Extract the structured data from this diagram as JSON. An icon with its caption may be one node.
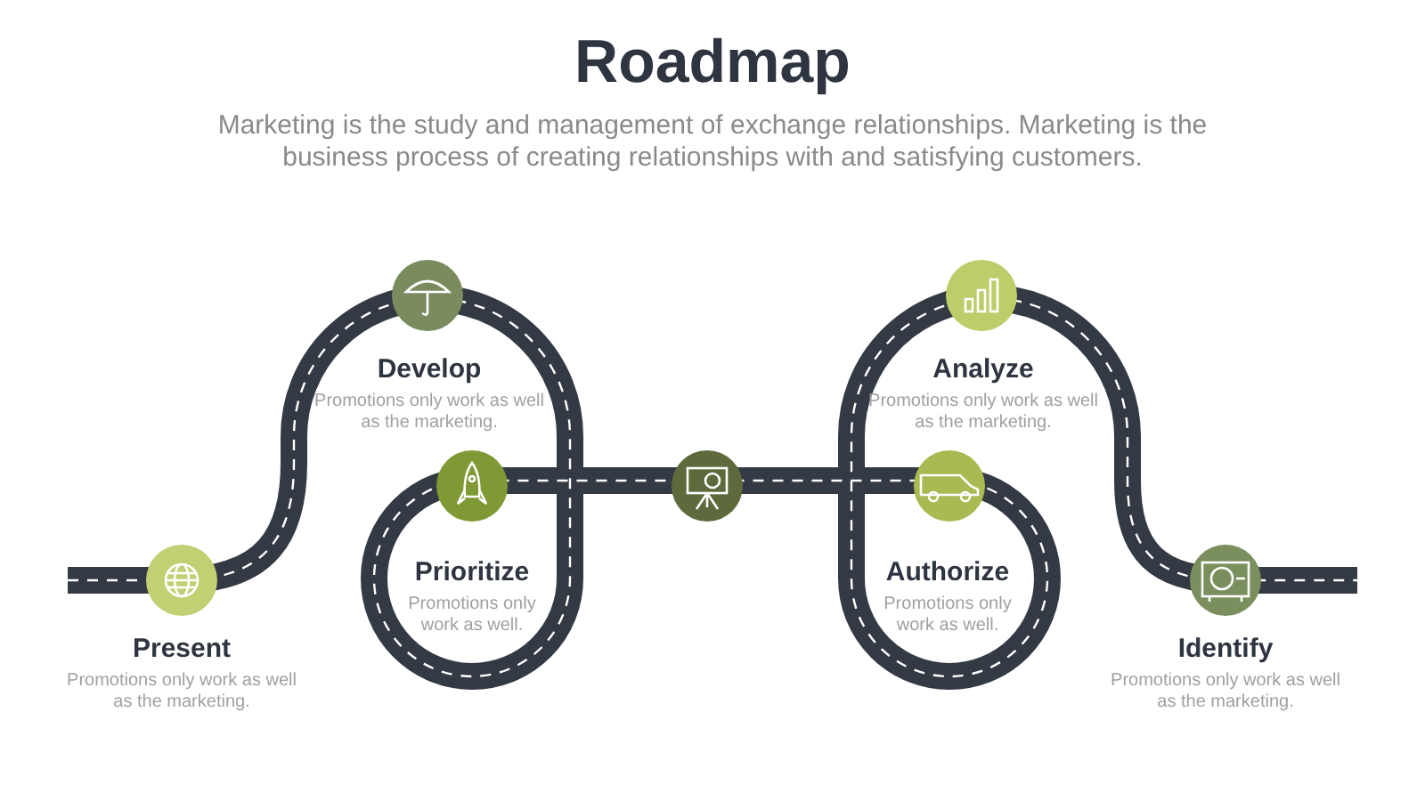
{
  "diagram": {
    "title": "Roadmap",
    "nodes": [
      {
        "text": [
          "Present",
          "Promotions only work as well as the marketing."
        ]
      },
      {
        "text": [
          "Develop",
          "Promotions only work as well as the marketing."
        ]
      },
      {
        "text": [
          "Prioritize",
          "Promotions only work as well."
        ]
      },
      {
        "text": [
          "Authorize",
          "Promotions only work as well."
        ]
      },
      {
        "text": [
          "Analyze",
          "Promotions only work as well as the marketing."
        ]
      },
      {
        "text": [
          "Identify",
          "Promotions only work as well as the marketing."
        ]
      }
    ],
    "edges": [],
    "labels": [
      "Marketing is the study and management of exchange relationships. Marketing is the business process of creating relationships with and satisfying customers."
    ]
  }
}
